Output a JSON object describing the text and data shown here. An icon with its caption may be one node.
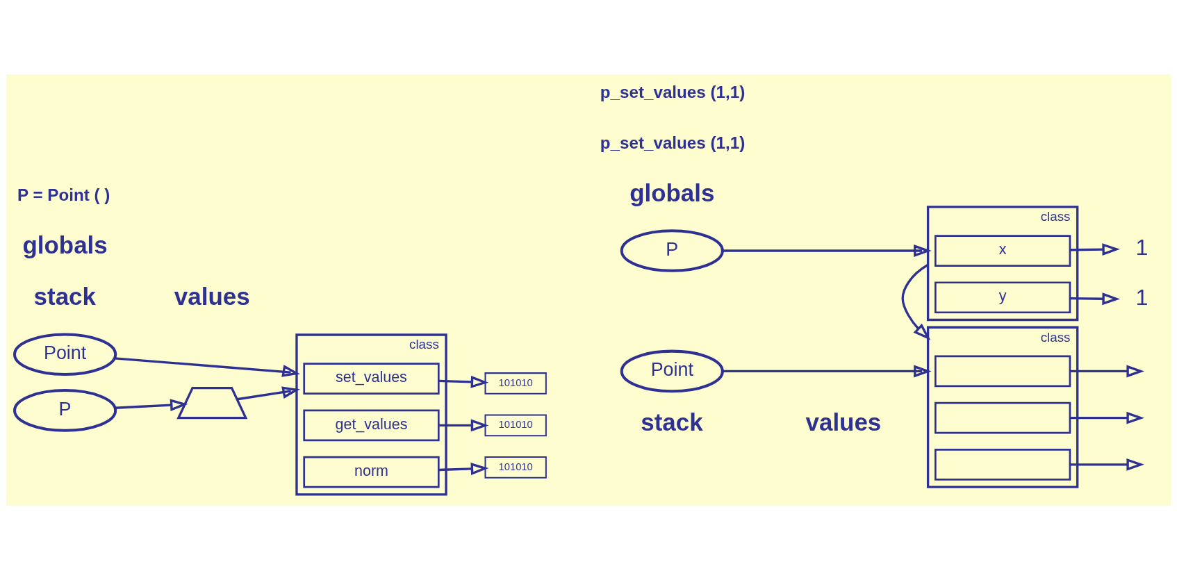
{
  "diagram": {
    "nodes": [
      {
        "text": [
          "Point"
        ]
      },
      {
        "text": [
          "P"
        ]
      },
      {
        "text": [
          "class"
        ]
      },
      {
        "text": [
          "set_values"
        ],
        "in": 2
      },
      {
        "text": [
          "get_values"
        ],
        "in": 2
      },
      {
        "text": [
          "norm"
        ],
        "in": 2
      },
      {
        "text": [
          "101010"
        ]
      },
      {
        "text": [
          "101010"
        ]
      },
      {
        "text": [
          "101010"
        ]
      },
      {
        "text": [],
        "shape": "trapezoid"
      },
      {
        "text": [
          "Point"
        ]
      },
      {
        "text": [
          "P"
        ]
      },
      {
        "text": [
          "class"
        ]
      },
      {
        "text": [],
        "shape": "box",
        "in": 12
      },
      {
        "text": [],
        "shape": "box",
        "in": 12
      },
      {
        "text": [],
        "shape": "box",
        "in": 12
      },
      {
        "text": [
          "class"
        ]
      },
      {
        "text": [
          "x"
        ],
        "in": 16
      },
      {
        "text": [
          "y"
        ],
        "in": 16
      },
      {
        "text": [
          "1"
        ]
      },
      {
        "text": [
          "1"
        ]
      }
    ],
    "edges": [
      {
        "from": 0,
        "to": 2,
        "arrow": "to"
      },
      {
        "from": 1,
        "to": 9,
        "arrow": "to"
      },
      {
        "from": 9,
        "to": 2,
        "arrow": "to"
      },
      {
        "from": 3,
        "to": 6,
        "arrow": "to"
      },
      {
        "from": 4,
        "to": 7,
        "arrow": "to"
      },
      {
        "from": 5,
        "to": 8,
        "arrow": "to"
      },
      {
        "from": 10,
        "to": 12,
        "arrow": "to"
      },
      {
        "from": 11,
        "to": 16,
        "arrow": "to"
      },
      {
        "from": 16,
        "to": 12,
        "arrow": "to"
      },
      {
        "from": 13,
        "to": null,
        "arrow": "to"
      },
      {
        "from": 14,
        "to": null,
        "arrow": "to"
      },
      {
        "from": 15,
        "to": null,
        "arrow": "to"
      },
      {
        "from": 17,
        "to": 19,
        "arrow": "to"
      },
      {
        "from": 18,
        "to": 20,
        "arrow": "to"
      }
    ],
    "labels": [
      "stack",
      "values",
      "stack",
      "values",
      "globals",
      "globals",
      "P = Point ( )",
      "p_set_values (1,1)",
      "p_set_values (1,1)"
    ]
  }
}
